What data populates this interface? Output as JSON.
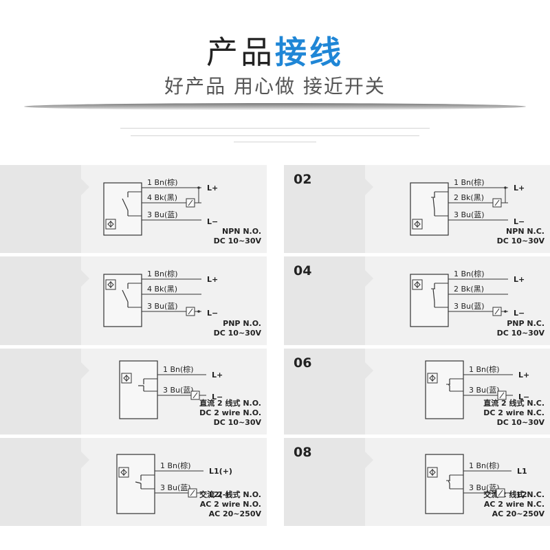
{
  "header": {
    "title_part1": "产品",
    "title_part2": "接线",
    "subtitle": "好产品 用心做 接近开关"
  },
  "panels": [
    {
      "num": "",
      "lines": [
        "NPN N.O.",
        "DC 10~30V"
      ],
      "wires": [
        "1 Bn(棕)",
        "4 Bk(黑)",
        "3 Bu(蓝)"
      ],
      "terms": [
        "L+",
        "L−"
      ]
    },
    {
      "num": "02",
      "lines": [
        "NPN N.C.",
        "DC 10~30V"
      ],
      "wires": [
        "1 Bn(棕)",
        "2 Bk(黑)",
        "3 Bu(蓝)"
      ],
      "terms": [
        "L+",
        "L−"
      ]
    },
    {
      "num": "",
      "lines": [
        "PNP N.O.",
        "DC 10~30V"
      ],
      "wires": [
        "1 Bn(棕)",
        "4 Bk(黑)",
        "3 Bu(蓝)"
      ],
      "terms": [
        "L+",
        "L−"
      ]
    },
    {
      "num": "04",
      "lines": [
        "PNP N.C.",
        "DC 10~30V"
      ],
      "wires": [
        "1 Bn(棕)",
        "2 Bk(黑)",
        "3 Bu(蓝)"
      ],
      "terms": [
        "L+",
        "L−"
      ]
    },
    {
      "num": "",
      "lines": [
        "直流 2 线式 N.O.",
        "DC 2 wire N.O.",
        "DC 10~30V"
      ],
      "wires": [
        "1 Bn(棕)",
        "3 Bu(蓝)"
      ],
      "terms": [
        "L+",
        "L−"
      ]
    },
    {
      "num": "06",
      "lines": [
        "直流 2 线式 N.C.",
        "DC 2 wire N.C.",
        "DC 10~30V"
      ],
      "wires": [
        "1 Bn(棕)",
        "3 Bu(蓝)"
      ],
      "terms": [
        "L+",
        "L−"
      ]
    },
    {
      "num": "",
      "lines": [
        "交流 2 线式 N.O.",
        "AC 2 wire N.O.",
        "AC 20~250V"
      ],
      "wires": [
        "1 Bn(棕)",
        "3 Bu(蓝)"
      ],
      "terms": [
        "L1(+)",
        "L2(-)"
      ]
    },
    {
      "num": "08",
      "lines": [
        "交流 2 线式 N.C.",
        "AC 2 wire N.C.",
        "AC  20~250V"
      ],
      "wires": [
        "1 Bn(棕)",
        "3 Bu(蓝)"
      ],
      "terms": [
        "L1",
        "L2"
      ]
    }
  ]
}
